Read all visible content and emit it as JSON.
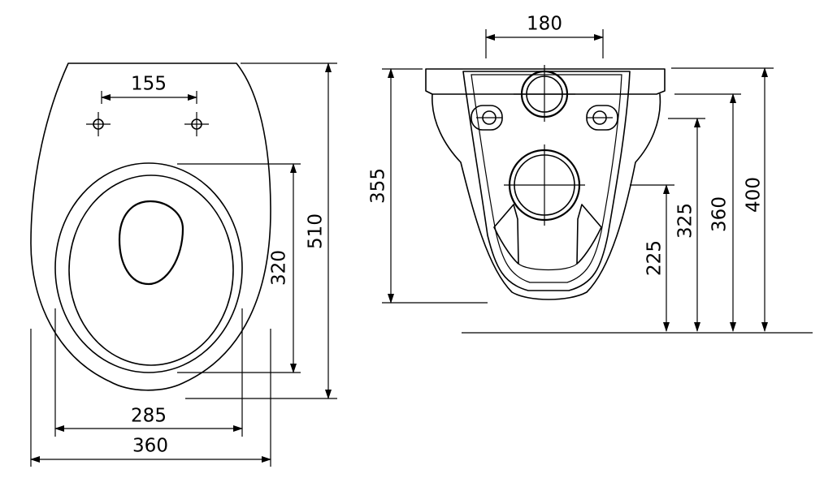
{
  "drawing": {
    "top_view": {
      "dimensions": {
        "hole_spacing": "155",
        "seat_length": "320",
        "overall_length": "510",
        "inner_width": "285",
        "overall_width": "360"
      }
    },
    "front_view": {
      "dimensions": {
        "outlet_spacing": "180",
        "body_height": "355",
        "drain_height": "225",
        "inlet_height": "325",
        "fixing_height": "360",
        "rim_height": "400"
      }
    },
    "line_color": "#000000",
    "background_color": "#ffffff"
  }
}
